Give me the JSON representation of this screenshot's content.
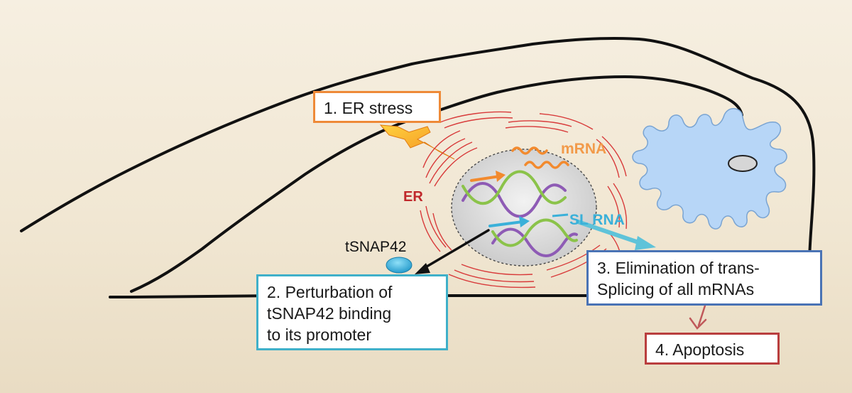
{
  "labels": {
    "mrna": "mRNA",
    "er": "ER",
    "sl_rna": "SL RNA",
    "tsnap42": "tSNAP42"
  },
  "steps": {
    "step1": "1. ER stress",
    "step2": [
      "2. Perturbation of",
      "tSNAP42 binding",
      "to its promoter"
    ],
    "step3": [
      "3. Elimination of trans-",
      "Splicing of all mRNAs"
    ],
    "step4": "4. Apoptosis"
  },
  "colors": {
    "cell_outline": "#111111",
    "er": "#d83a3a",
    "nucleus": "#cfcfcf",
    "mrna": "#f28a2e",
    "dna_green": "#8bc34a",
    "dna_purple": "#8e5bb5",
    "sl_rna": "#3ab0d9",
    "mitochondrion": "#b7d6f7",
    "tsnap42": "#2aa7d6",
    "lightning": "#f5a623",
    "step1_border": "#ee8a38",
    "step2_border": "#3fb0c9",
    "step3_border": "#4a73b5",
    "step4_border": "#b93e3e"
  }
}
